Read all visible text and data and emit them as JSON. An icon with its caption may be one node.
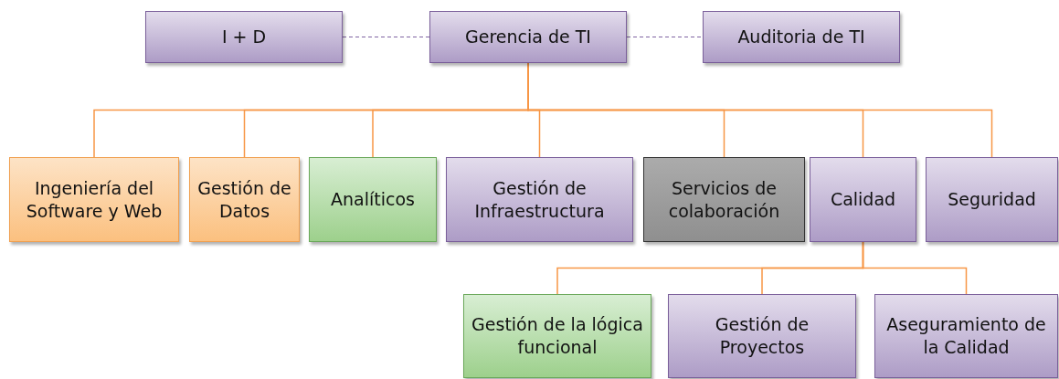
{
  "diagram": {
    "nodes": [
      {
        "text": [
          "I + D"
        ]
      },
      {
        "text": [
          "Gerencia de TI"
        ]
      },
      {
        "text": [
          "Auditoria de TI"
        ]
      },
      {
        "text": [
          "Ingeniería del Software y Web"
        ]
      },
      {
        "text": [
          "Gestión de Datos"
        ]
      },
      {
        "text": [
          "Analíticos"
        ]
      },
      {
        "text": [
          "Gestión de Infraestructura"
        ]
      },
      {
        "text": [
          "Servicios de colaboración"
        ]
      },
      {
        "text": [
          "Calidad"
        ]
      },
      {
        "text": [
          "Seguridad"
        ]
      },
      {
        "text": [
          "Gestión de la lógica funcional"
        ]
      },
      {
        "text": [
          "Gestión de Proyectos"
        ]
      },
      {
        "text": [
          "Aseguramiento de la Calidad"
        ]
      }
    ],
    "edges": [
      {
        "from": 1,
        "to": 0,
        "arrow": "none",
        "style": "dashed",
        "color": "#8064a2"
      },
      {
        "from": 1,
        "to": 2,
        "arrow": "none",
        "style": "dashed",
        "color": "#8064a2"
      },
      {
        "from": 1,
        "to": 3,
        "arrow": "none"
      },
      {
        "from": 1,
        "to": 4,
        "arrow": "none"
      },
      {
        "from": 1,
        "to": 5,
        "arrow": "none"
      },
      {
        "from": 1,
        "to": 6,
        "arrow": "none"
      },
      {
        "from": 1,
        "to": 7,
        "arrow": "none"
      },
      {
        "from": 1,
        "to": 8,
        "arrow": "none"
      },
      {
        "from": 1,
        "to": 9,
        "arrow": "none"
      },
      {
        "from": 8,
        "to": 10,
        "arrow": "none"
      },
      {
        "from": 8,
        "to": 11,
        "arrow": "none"
      },
      {
        "from": 8,
        "to": 12,
        "arrow": "none"
      }
    ]
  }
}
